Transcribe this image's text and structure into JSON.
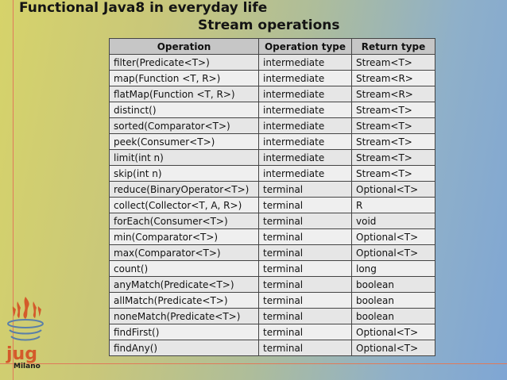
{
  "header": {
    "title": "Functional Java8 in everyday life"
  },
  "slide": {
    "title": "Stream operations"
  },
  "table": {
    "columns": [
      "Operation",
      "Operation type",
      "Return type"
    ],
    "rows": [
      [
        "filter(Predicate<T>)",
        "intermediate",
        "Stream<T>"
      ],
      [
        "map(Function <T, R>)",
        "intermediate",
        "Stream<R>"
      ],
      [
        "flatMap(Function <T, R>)",
        "intermediate",
        "Stream<R>"
      ],
      [
        "distinct()",
        "intermediate",
        "Stream<T>"
      ],
      [
        "sorted(Comparator<T>)",
        "intermediate",
        "Stream<T>"
      ],
      [
        "peek(Consumer<T>)",
        "intermediate",
        "Stream<T>"
      ],
      [
        "limit(int n)",
        "intermediate",
        "Stream<T>"
      ],
      [
        "skip(int n)",
        "intermediate",
        "Stream<T>"
      ],
      [
        "reduce(BinaryOperator<T>)",
        "terminal",
        "Optional<T>"
      ],
      [
        "collect(Collector<T, A, R>)",
        "terminal",
        "R"
      ],
      [
        "forEach(Consumer<T>)",
        "terminal",
        "void"
      ],
      [
        "min(Comparator<T>)",
        "terminal",
        "Optional<T>"
      ],
      [
        "max(Comparator<T>)",
        "terminal",
        "Optional<T>"
      ],
      [
        "count()",
        "terminal",
        "long"
      ],
      [
        "anyMatch(Predicate<T>)",
        "terminal",
        "boolean"
      ],
      [
        "allMatch(Predicate<T>)",
        "terminal",
        "boolean"
      ],
      [
        "noneMatch(Predicate<T>)",
        "terminal",
        "boolean"
      ],
      [
        "findFirst()",
        "terminal",
        "Optional<T>"
      ],
      [
        "findAny()",
        "terminal",
        "Optional<T>"
      ]
    ]
  },
  "logo": {
    "name": "jug",
    "subtitle": "Milano"
  }
}
